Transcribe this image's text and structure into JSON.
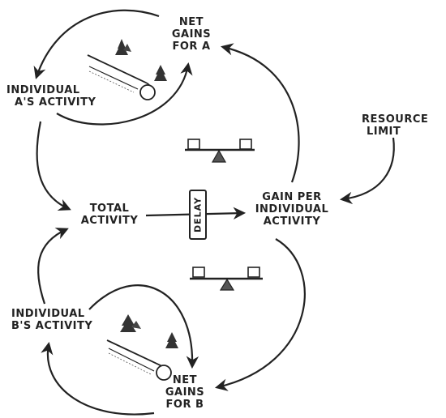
{
  "nodes": {
    "net_gains_a": [
      "NET",
      "GAINS",
      "FOR A"
    ],
    "individual_a": [
      "INDIVIDUAL",
      "A'S ACTIVITY"
    ],
    "resource_limit": [
      "RESOURCE",
      "LIMIT"
    ],
    "total_activity": [
      "TOTAL",
      "ACTIVITY"
    ],
    "gain_per_activity": [
      "GAIN PER",
      "INDIVIDUAL",
      "ACTIVITY"
    ],
    "individual_b": [
      "INDIVIDUAL",
      "B'S ACTIVITY"
    ],
    "net_gains_b": [
      "NET",
      "GAINS",
      "FOR B"
    ]
  },
  "delay_label": "DELAY",
  "icons": [
    "snowball-hill-icon",
    "balance-scale-icon"
  ]
}
